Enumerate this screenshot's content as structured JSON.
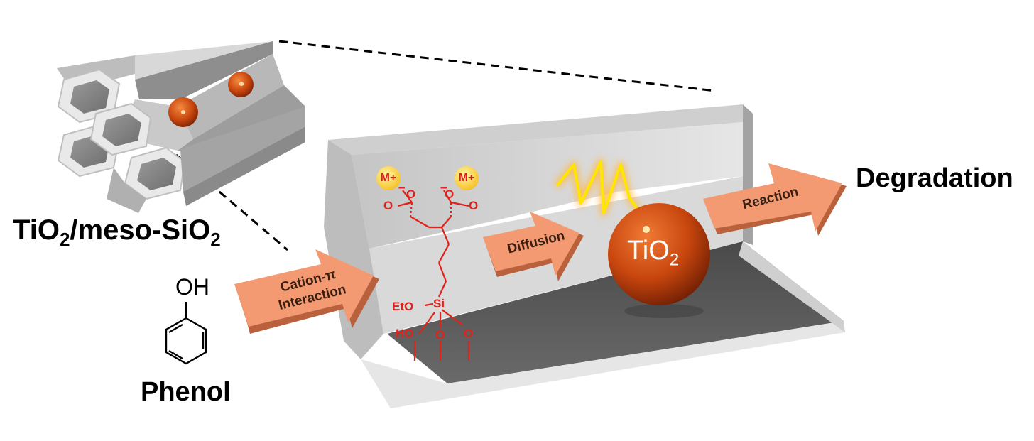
{
  "labels": {
    "material_main": "TiO",
    "material_sub1": "2",
    "material_mid": "/meso-SiO",
    "material_sub2": "2",
    "phenol": "Phenol",
    "oh": "OH",
    "degradation": "Degradation",
    "tio2_main": "TiO",
    "tio2_sub": "2"
  },
  "arrows": {
    "cation_line1": "Cation-π",
    "cation_line2": "Interaction",
    "diffusion": "Diffusion",
    "reaction": "Reaction"
  },
  "chem": {
    "mplus": "M+",
    "minus": "–",
    "o": "O",
    "eto": "EtO",
    "si": "Si",
    "ho": "HO"
  },
  "colors": {
    "arrow_fill": "#f39a72",
    "arrow_dark": "#b8613c",
    "molecule": "#e0221b",
    "sphere": "#c8460e",
    "light_wave": "#ffe600",
    "channel_light": "#d2d2d2",
    "channel_dark": "#555555"
  }
}
